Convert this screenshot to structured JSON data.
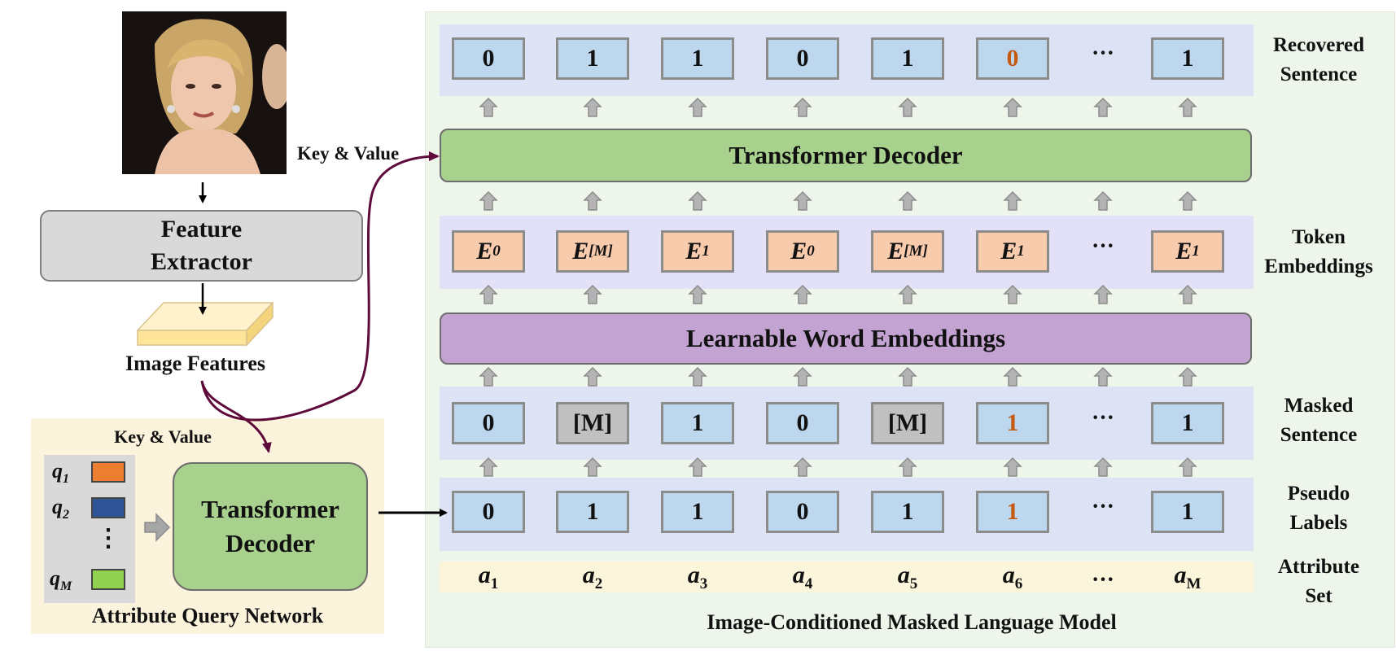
{
  "colors": {
    "cell_blue": "#bdd7ee",
    "cell_gray": "#c0c0c0",
    "cell_peach": "#f8cbad",
    "highlight_orange": "#c55a11",
    "decoder_green": "#a9d18e",
    "embed_purple": "#c3a3d1",
    "extractor_gray": "#d9d9d9",
    "features_yellow": "#fff2cc",
    "arrow_maroon": "#5e0a3a",
    "q1": "#ed7d31",
    "q2": "#2f5597",
    "qM": "#92d050"
  },
  "left": {
    "photo_icon": "portrait-photo",
    "feature_extractor": [
      "Feature",
      "Extractor"
    ],
    "image_features": "Image Features",
    "key_value_top": "Key & Value",
    "aqn": {
      "key_value": "Key & Value",
      "queries": [
        {
          "sym": "q",
          "sub": "1"
        },
        {
          "sym": "q",
          "sub": "2"
        },
        {
          "sym": "q",
          "sub": "M"
        }
      ],
      "vdots": "⋮",
      "decoder": [
        "Transformer",
        "Decoder"
      ],
      "title": "Attribute Query Network"
    }
  },
  "right": {
    "title": "Image-Conditioned Masked Language Model",
    "decoder_bar": "Transformer Decoder",
    "embed_bar": "Learnable Word Embeddings",
    "labels": {
      "recovered": [
        "Recovered",
        "Sentence"
      ],
      "token": [
        "Token",
        "Embeddings"
      ],
      "masked": [
        "Masked",
        "Sentence"
      ],
      "pseudo": [
        "Pseudo",
        "Labels"
      ],
      "attr": [
        "Attribute",
        "Set"
      ]
    },
    "recovered": [
      "0",
      "1",
      "1",
      "0",
      "1",
      "0",
      "1"
    ],
    "tokens": [
      {
        "sym": "E",
        "sub": "0"
      },
      {
        "sym": "E",
        "sub": "[M]"
      },
      {
        "sym": "E",
        "sub": "1"
      },
      {
        "sym": "E",
        "sub": "0"
      },
      {
        "sym": "E",
        "sub": "[M]"
      },
      {
        "sym": "E",
        "sub": "1"
      },
      {
        "sym": "E",
        "sub": "1"
      }
    ],
    "masked": [
      "0",
      "[M]",
      "1",
      "0",
      "[M]",
      "1",
      "1"
    ],
    "pseudo": [
      "0",
      "1",
      "1",
      "0",
      "1",
      "1",
      "1"
    ],
    "attributes": [
      {
        "sym": "a",
        "sub": "1"
      },
      {
        "sym": "a",
        "sub": "2"
      },
      {
        "sym": "a",
        "sub": "3"
      },
      {
        "sym": "a",
        "sub": "4"
      },
      {
        "sym": "a",
        "sub": "5"
      },
      {
        "sym": "a",
        "sub": "6"
      },
      {
        "sym": "a",
        "sub": "M"
      }
    ],
    "ellipsis": "···"
  }
}
